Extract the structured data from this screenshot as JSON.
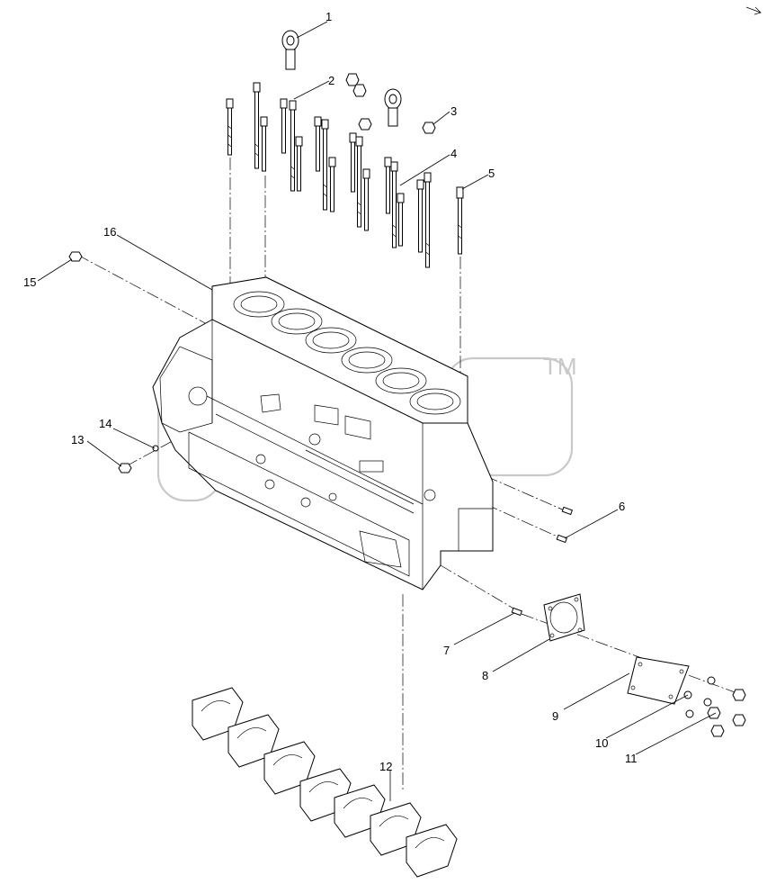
{
  "diagram": {
    "watermark": "TM",
    "callouts": [
      {
        "id": "1",
        "label": "1"
      },
      {
        "id": "2",
        "label": "2"
      },
      {
        "id": "3",
        "label": "3"
      },
      {
        "id": "4",
        "label": "4"
      },
      {
        "id": "5",
        "label": "5"
      },
      {
        "id": "6",
        "label": "6"
      },
      {
        "id": "7",
        "label": "7"
      },
      {
        "id": "8",
        "label": "8"
      },
      {
        "id": "9",
        "label": "9"
      },
      {
        "id": "10",
        "label": "10"
      },
      {
        "id": "11",
        "label": "11"
      },
      {
        "id": "12",
        "label": "12"
      },
      {
        "id": "13",
        "label": "13"
      },
      {
        "id": "14",
        "label": "14"
      },
      {
        "id": "15",
        "label": "15"
      },
      {
        "id": "16",
        "label": "16"
      }
    ]
  }
}
